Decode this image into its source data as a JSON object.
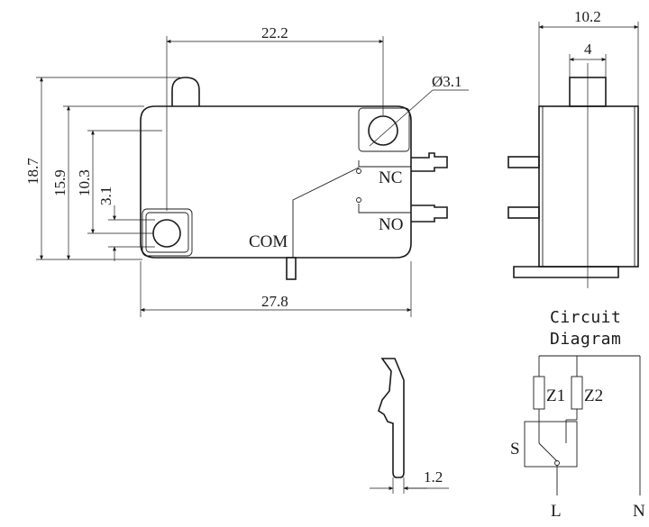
{
  "dimensions": {
    "width_top": "22.2",
    "width_bottom": "27.8",
    "height_overall": "18.7",
    "height_mid": "15.9",
    "height_upper": "10.3",
    "height_small": "3.1",
    "hole_diameter": "Ø3.1",
    "side_width": "10.2",
    "plunger_width": "4",
    "lever_thickness": "1.2"
  },
  "terminals": {
    "nc": "NC",
    "no": "NO",
    "com": "COM"
  },
  "circuit": {
    "title_line1": "Circuit",
    "title_line2": "Diagram",
    "z1": "Z1",
    "z2": "Z2",
    "switch": "S",
    "line": "L",
    "neutral": "N"
  }
}
